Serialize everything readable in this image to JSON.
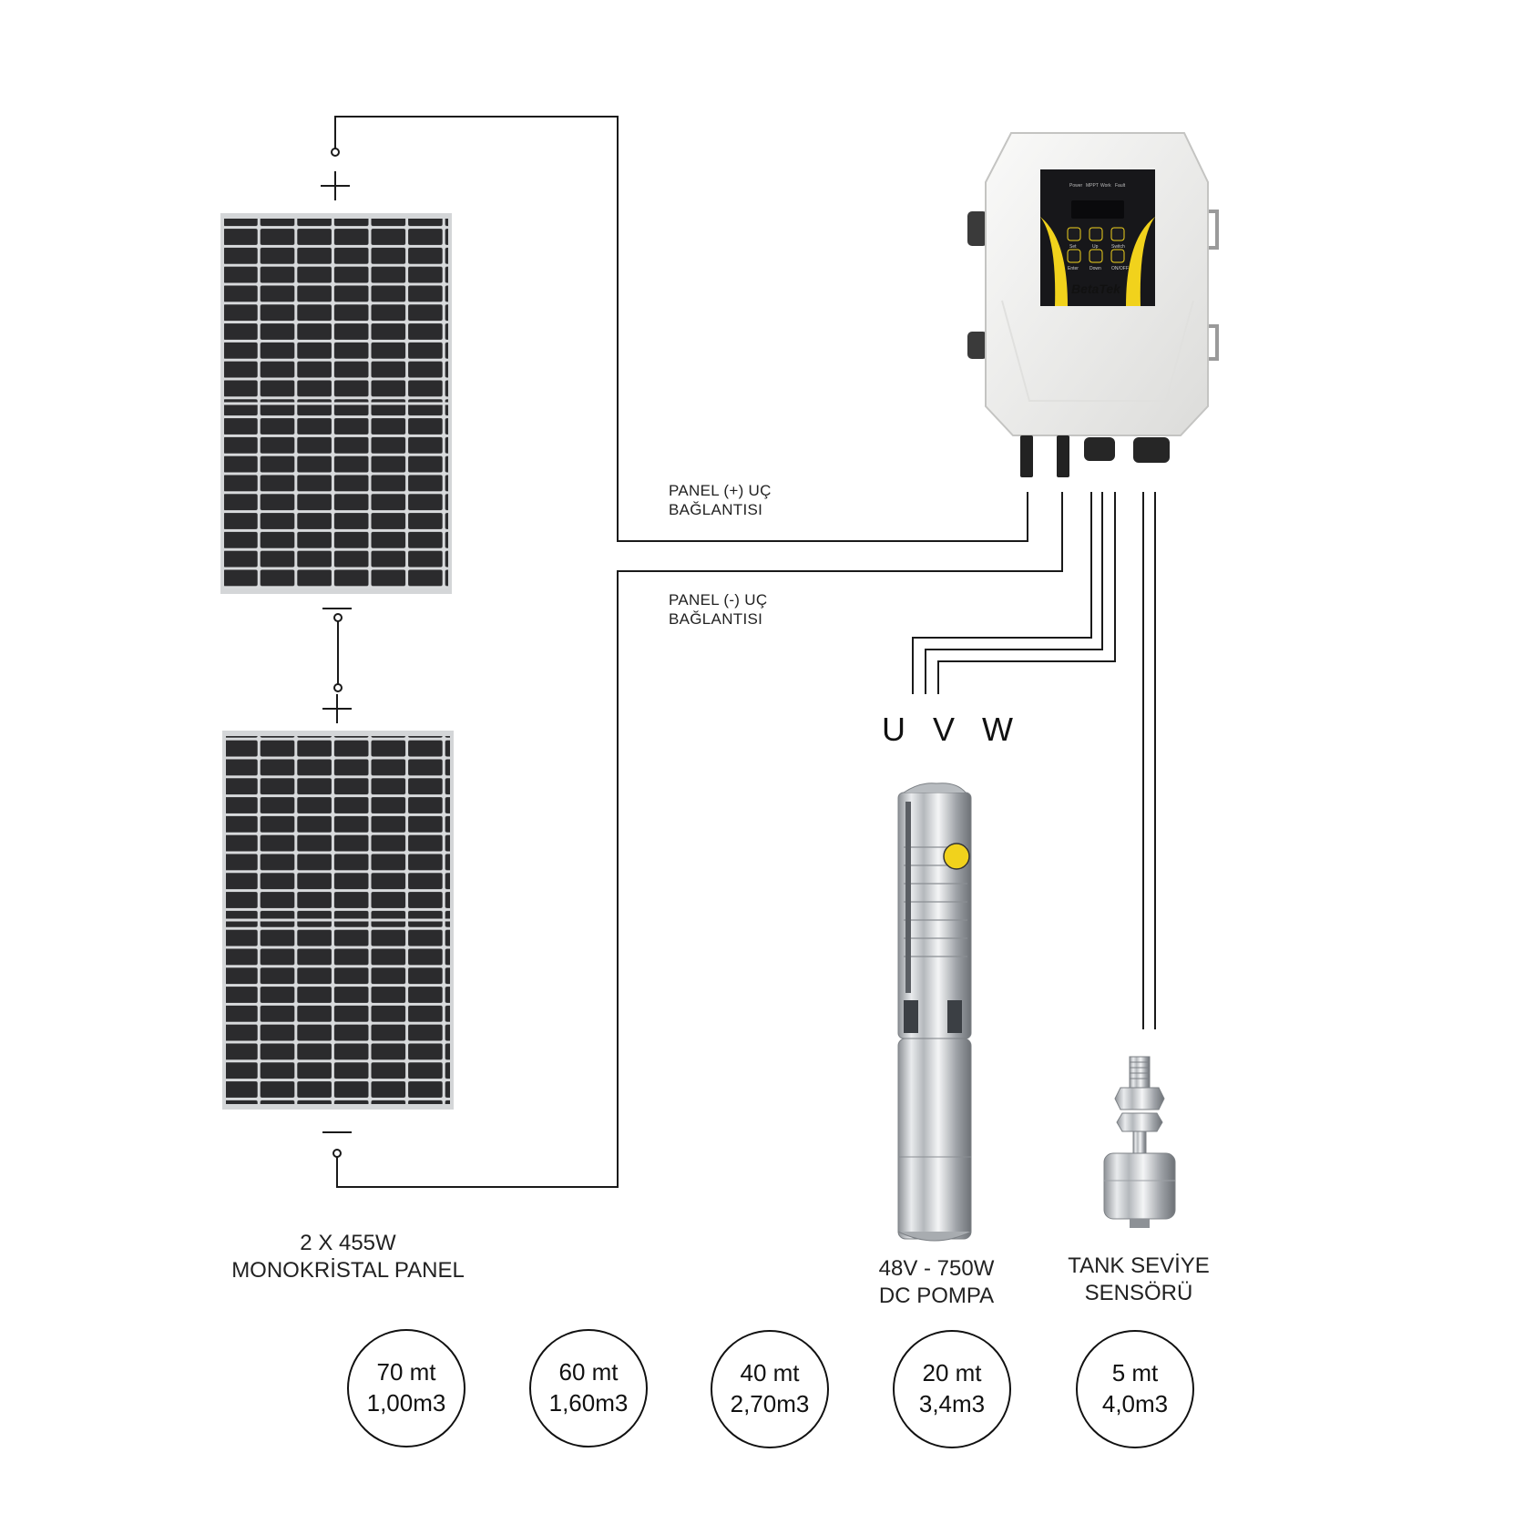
{
  "brand": "BetaTek",
  "panel_plus_label": [
    "PANEL (+) UÇ",
    "BAĞLANTISI"
  ],
  "panel_minus_label": [
    "PANEL (-) UÇ",
    "BAĞLANTISI"
  ],
  "uvw_label": "U V W",
  "panels_caption": [
    "2 X 455W",
    "MONOKRİSTAL PANEL"
  ],
  "pump_caption": [
    "48V - 750W",
    "DC POMPA"
  ],
  "sensor_caption": [
    "TANK SEVİYE",
    "SENSÖRÜ"
  ],
  "controller_display": {
    "leds": [
      "Power",
      "MPPT",
      "Work",
      "Fault"
    ],
    "buttons": [
      "Set",
      "Up",
      "Switch",
      "Enter",
      "Down",
      "ON/OFF"
    ]
  },
  "performance": [
    {
      "head": "70 mt",
      "flow": "1,00m3"
    },
    {
      "head": "60 mt",
      "flow": "1,60m3"
    },
    {
      "head": "40 mt",
      "flow": "2,70m3"
    },
    {
      "head": "20 mt",
      "flow": "3,4m3"
    },
    {
      "head": "5 mt",
      "flow": "4,0m3"
    }
  ],
  "colors": {
    "wire": "#1a1a1a",
    "panel_cell": "#2a2a2a",
    "panel_frame": "#cfd2d4",
    "controller_body": "#eeeeec",
    "accent_yellow": "#f1d21c",
    "steel": "#c9ccd0"
  }
}
